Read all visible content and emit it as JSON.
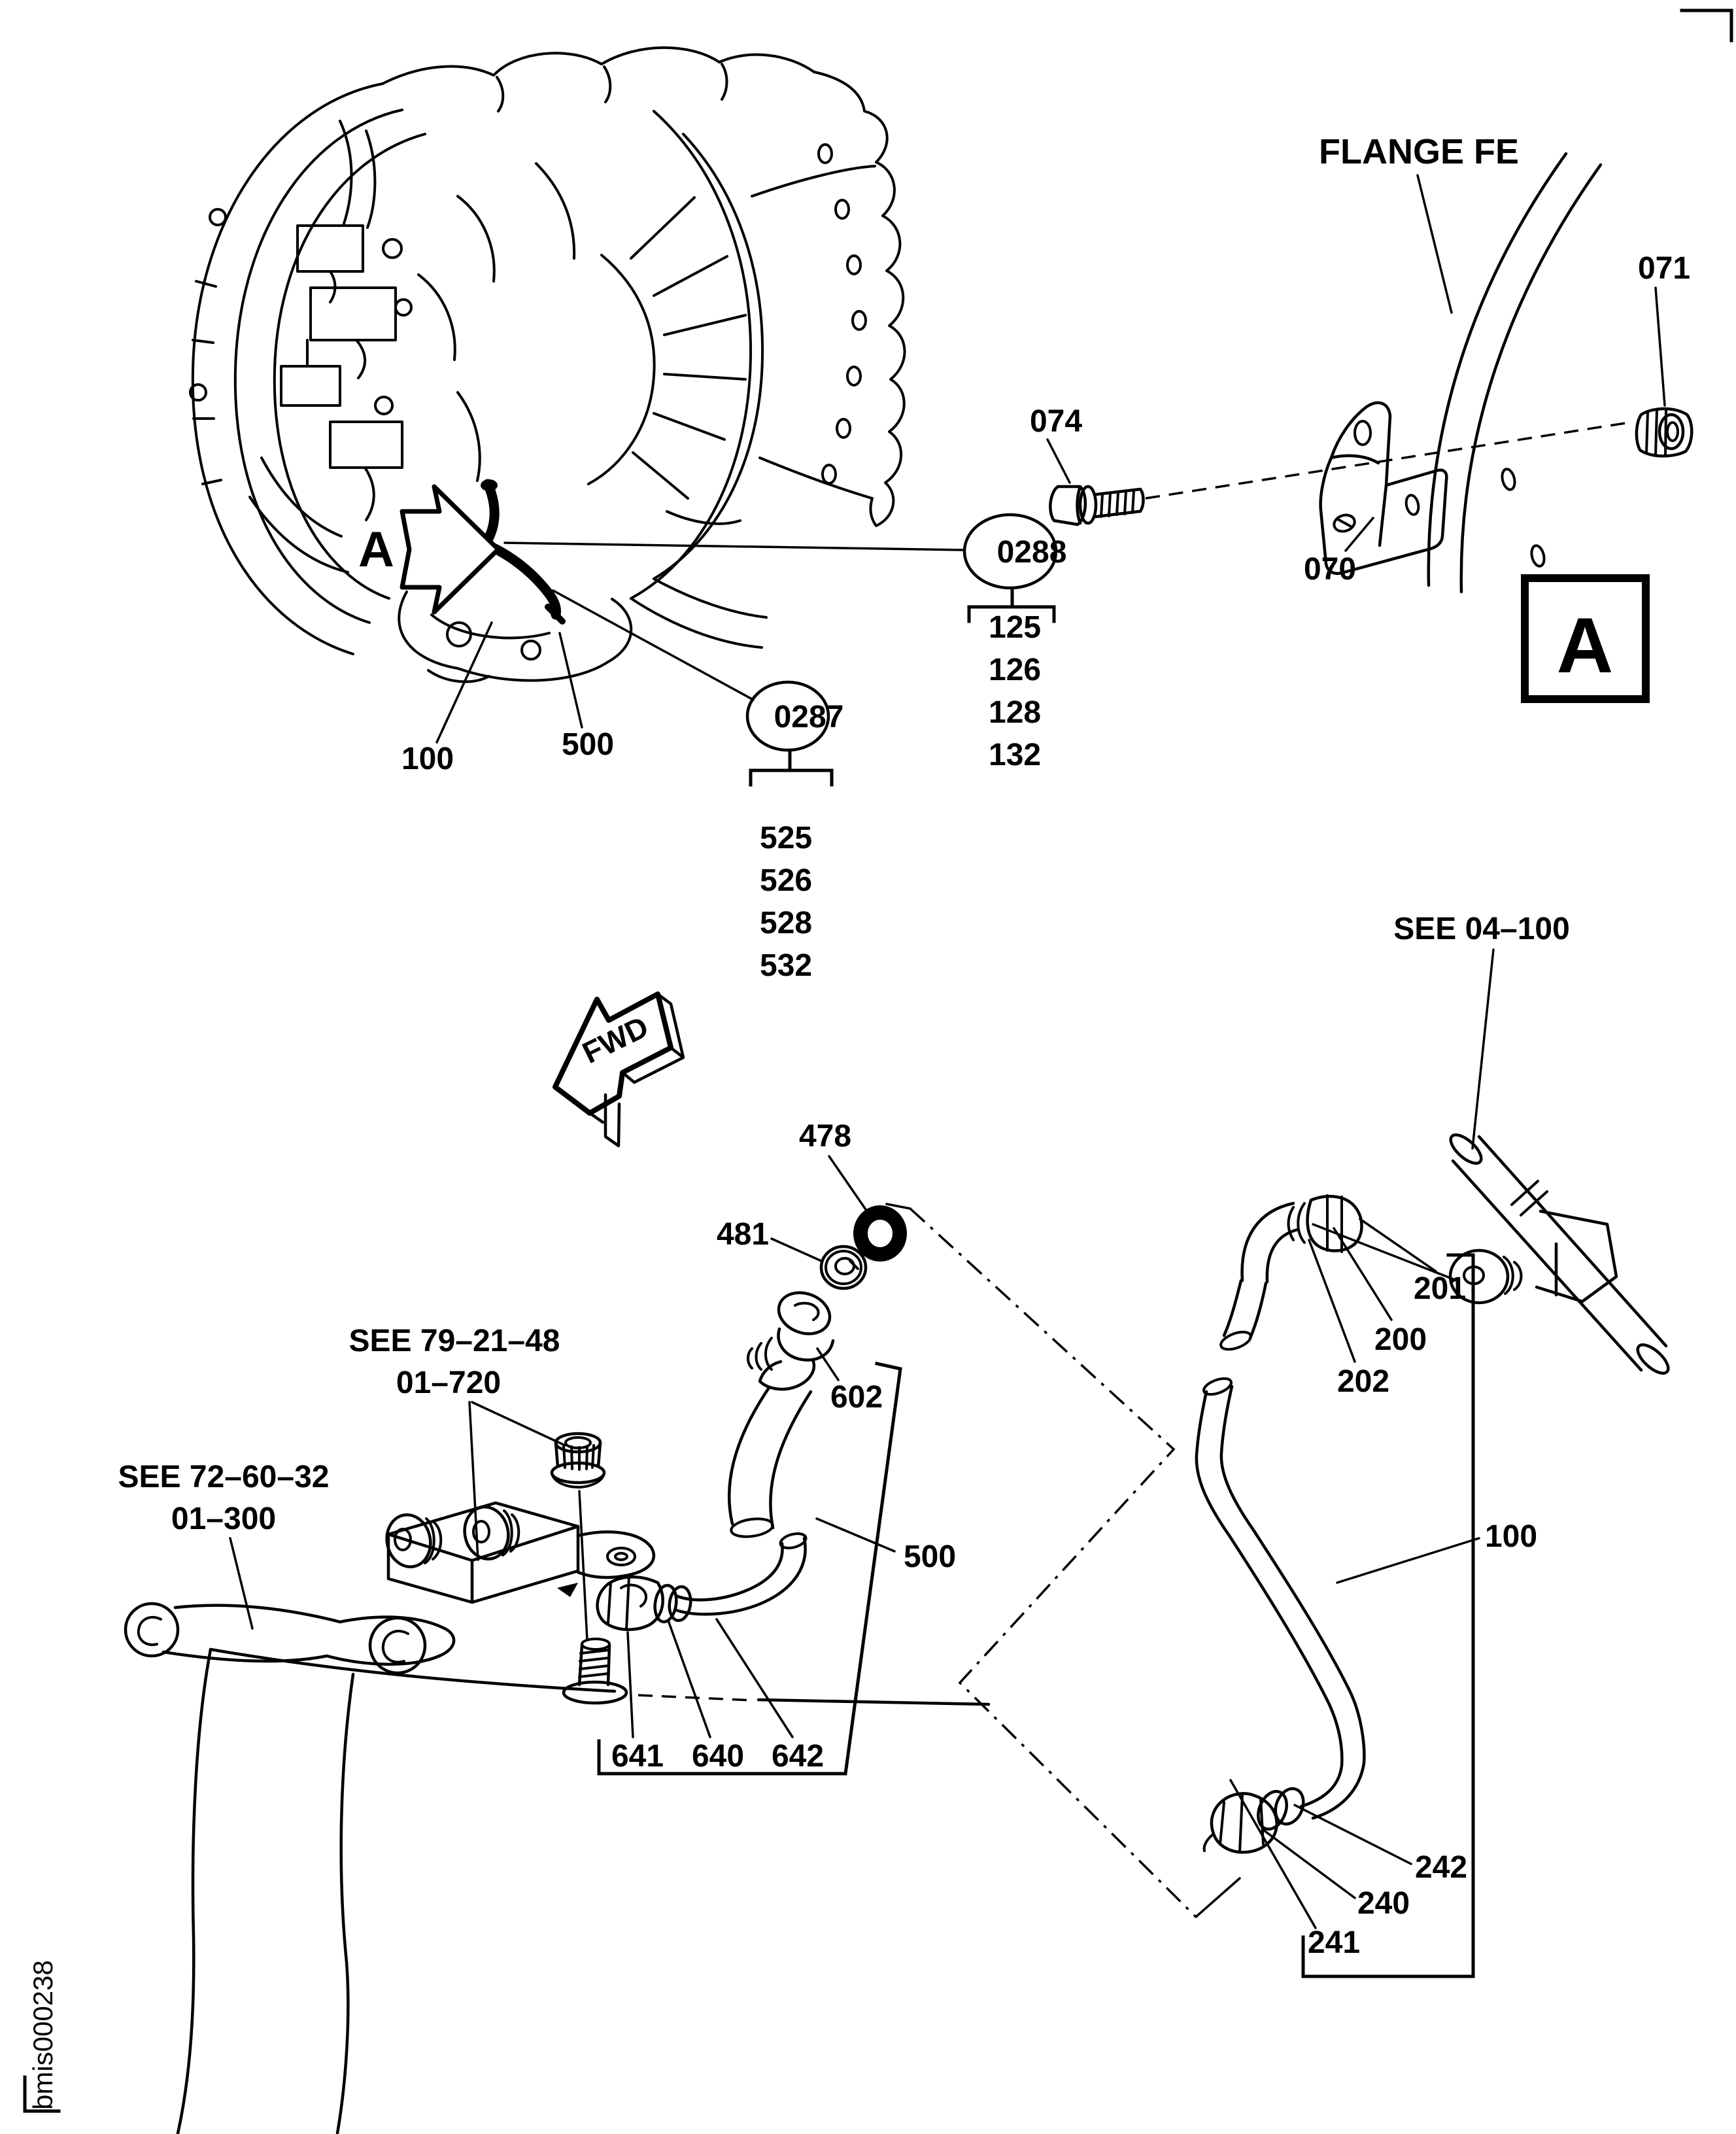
{
  "figure_code": "bmis000238",
  "markers": {
    "fwd": "FWD",
    "detail_letter": "A",
    "detail_box": "A",
    "flange": "FLANGE FE"
  },
  "balloons": {
    "b0288": {
      "id": "0288",
      "items": [
        "125",
        "126",
        "128",
        "132"
      ]
    },
    "b0287": {
      "id": "0287",
      "items": [
        "525",
        "526",
        "528",
        "532"
      ]
    }
  },
  "callouts": {
    "c100_main": "100",
    "c500_main": "500",
    "c074": "074",
    "c071": "071",
    "c070": "070",
    "c478": "478",
    "c481": "481",
    "c602": "602",
    "c500_detail": "500",
    "c641": "641",
    "c640": "640",
    "c642": "642",
    "c201": "201",
    "c200": "200",
    "c202": "202",
    "c100_detail": "100",
    "c242": "242",
    "c240": "240",
    "c241": "241"
  },
  "references": {
    "see_04_100": "SEE 04–100",
    "see_79_21_48": "SEE 79–21–48",
    "ref_01_720": "01–720",
    "see_72_60_32": "SEE 72–60–32",
    "ref_01_300": "01–300"
  }
}
